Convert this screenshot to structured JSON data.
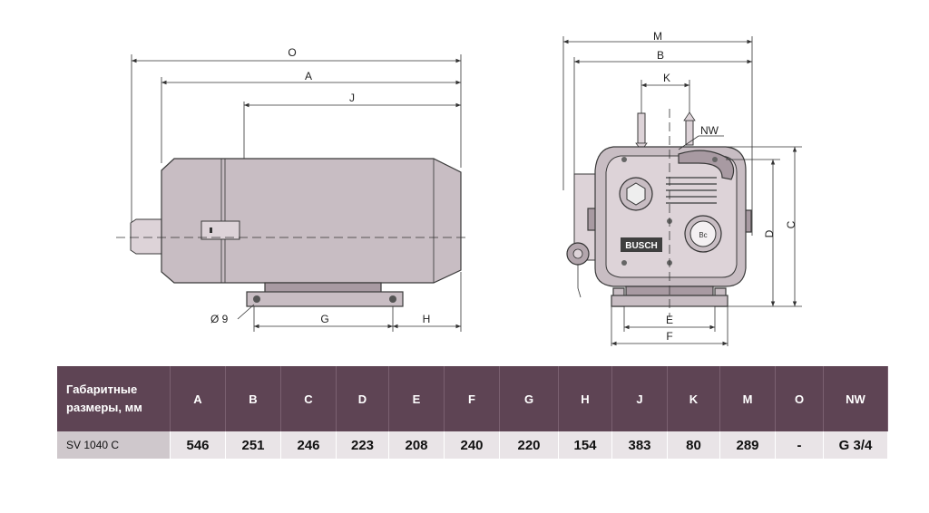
{
  "side_view_labels": {
    "o": "O",
    "a": "A",
    "j": "J",
    "g": "G",
    "h": "H",
    "hole": "Ø 9"
  },
  "front_view_labels": {
    "m": "M",
    "b": "B",
    "k": "K",
    "nw": "NW",
    "d": "D",
    "c": "C",
    "e": "E",
    "f": "F",
    "logo": "BUSCH"
  },
  "table": {
    "header_label": "Габаритные размеры, мм",
    "columns": [
      "A",
      "B",
      "C",
      "D",
      "E",
      "F",
      "G",
      "H",
      "J",
      "K",
      "M",
      "O",
      "NW"
    ],
    "rows": [
      {
        "model": "SV 1040 C",
        "values": [
          "546",
          "251",
          "246",
          "223",
          "208",
          "240",
          "220",
          "154",
          "383",
          "80",
          "289",
          "-",
          "G 3/4"
        ]
      }
    ]
  },
  "colors": {
    "header_bg": "#5e4454",
    "row_bg": "#e9e4e7",
    "body": "#c8bdc3"
  }
}
